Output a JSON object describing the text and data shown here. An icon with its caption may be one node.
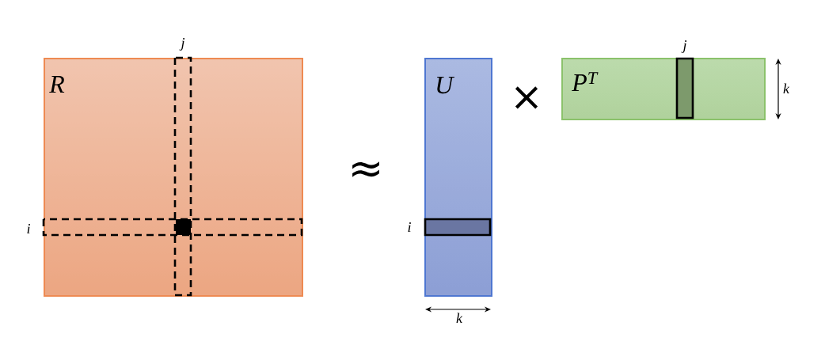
{
  "diagram": {
    "nodes": [
      {
        "text": [
          "R"
        ]
      },
      {
        "text": [
          "U"
        ]
      },
      {
        "text": [
          "P$^{T}$"
        ]
      }
    ],
    "labels": [
      "j",
      "i",
      "≈",
      "i",
      "k",
      "×",
      "j",
      "k"
    ]
  }
}
